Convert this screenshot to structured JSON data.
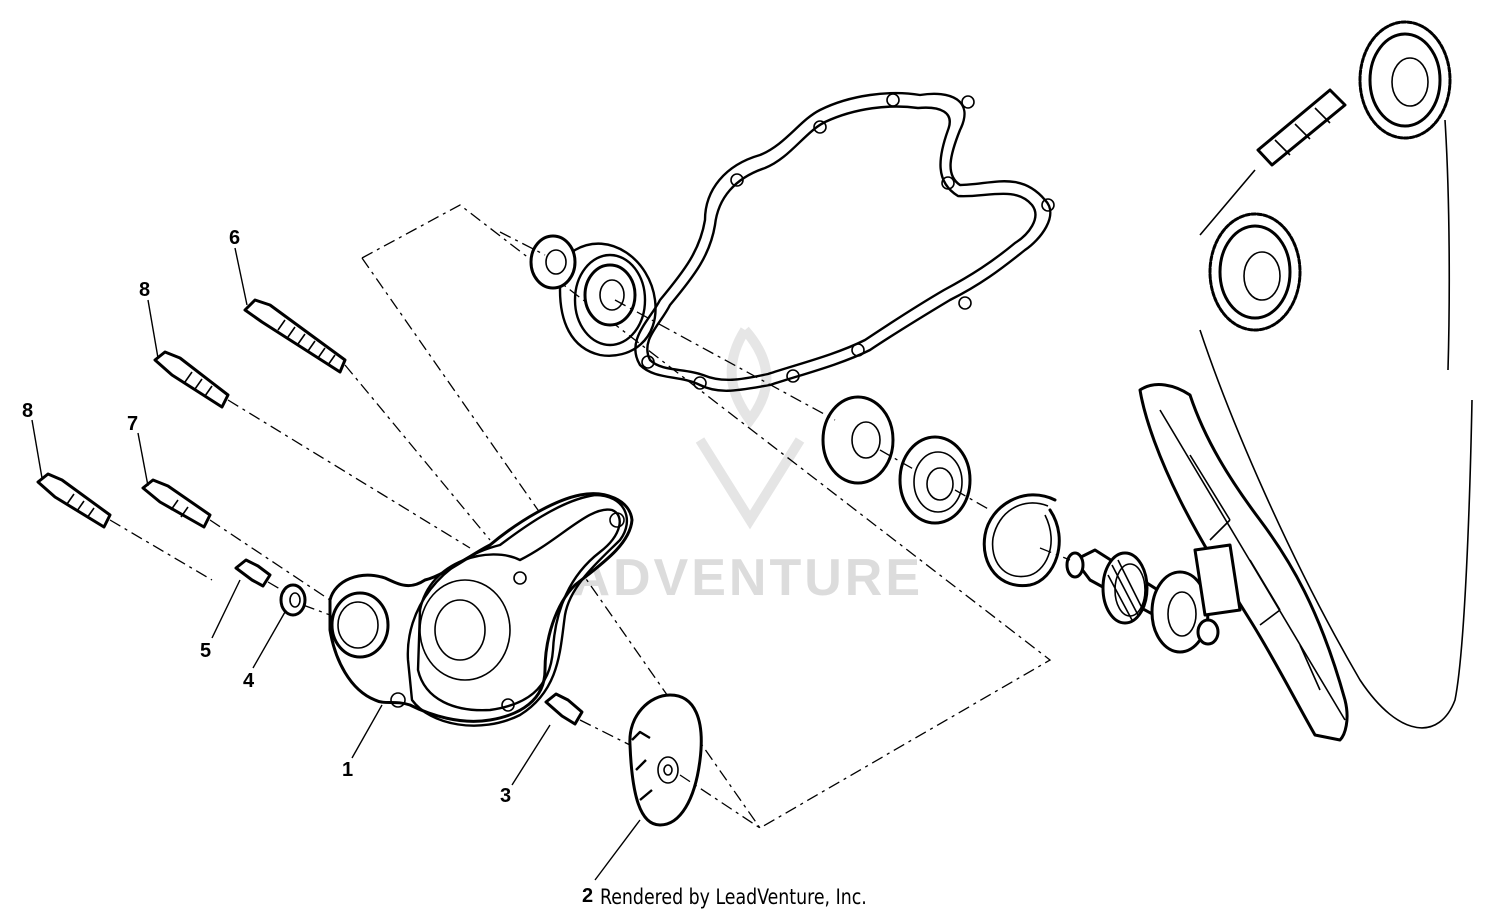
{
  "callouts": [
    {
      "id": "1",
      "label": "1"
    },
    {
      "id": "2",
      "label": "2"
    },
    {
      "id": "3",
      "label": "3"
    },
    {
      "id": "4",
      "label": "4"
    },
    {
      "id": "5",
      "label": "5"
    },
    {
      "id": "6",
      "label": "6"
    },
    {
      "id": "7",
      "label": "7"
    },
    {
      "id": "8a",
      "label": "8"
    },
    {
      "id": "8b",
      "label": "8"
    }
  ],
  "footer": {
    "text": "Rendered by LeadVenture, Inc."
  },
  "watermark": {
    "text": "LEADVENTURE",
    "color": "#d9d9d9"
  },
  "colors": {
    "line": "#000000",
    "background": "#ffffff"
  }
}
